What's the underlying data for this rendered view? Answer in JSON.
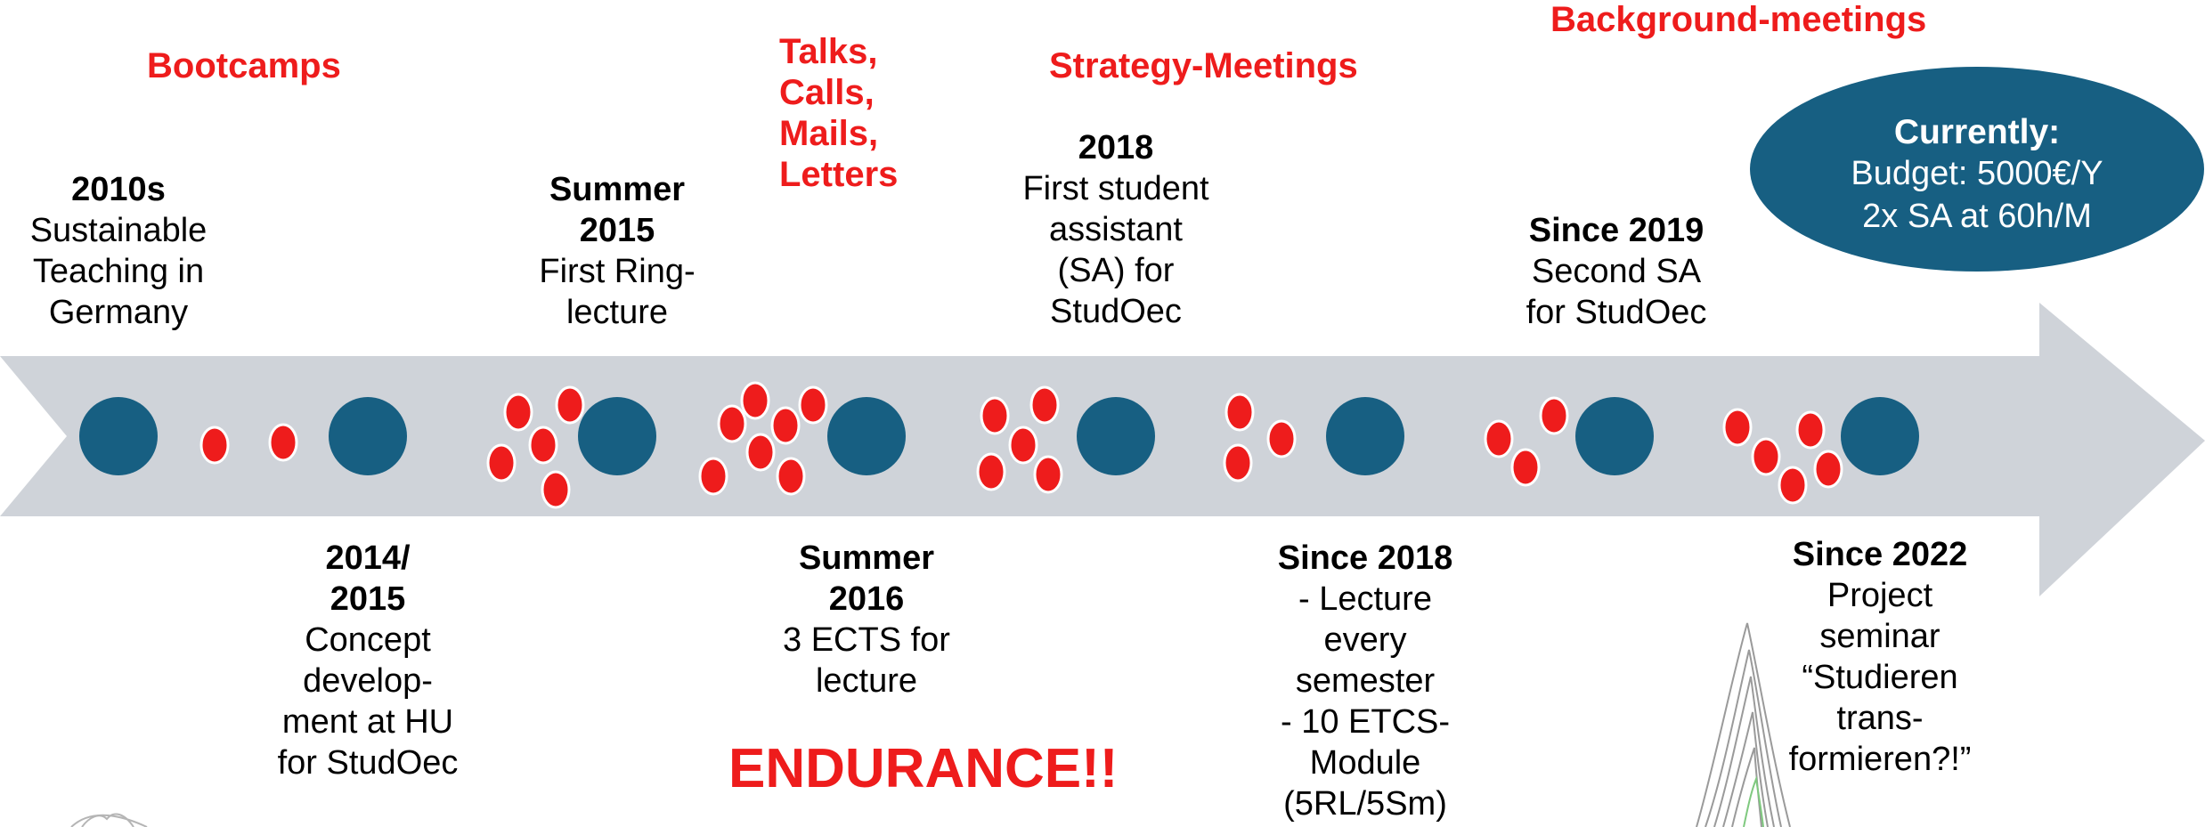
{
  "headers": {
    "bootcamps": "Bootcamps",
    "talks": [
      "Talks,",
      "Calls,",
      "Mails,",
      "Letters"
    ],
    "strategy": "Strategy-Meetings",
    "background": "Background-meetings",
    "endurance": "ENDURANCE!!"
  },
  "currently": {
    "title": "Currently:",
    "line1": "Budget: 5000€/Y",
    "line2": "2x SA at 60h/M"
  },
  "above": [
    {
      "title": "2010s",
      "lines": [
        "Sustainable",
        "Teaching in",
        "Germany"
      ]
    },
    {
      "title": "Summer",
      "title2": "2015",
      "lines": [
        "First Ring-",
        "lecture"
      ]
    },
    {
      "title": "2018",
      "lines": [
        "First student",
        "assistant",
        "(SA) for",
        "StudOec"
      ]
    },
    {
      "title": "Since 2019",
      "lines": [
        "Second SA",
        "for StudOec"
      ]
    }
  ],
  "below": [
    {
      "title": "2014/",
      "title2": "2015",
      "lines": [
        "Concept",
        "develop-",
        "ment at HU",
        "for StudOec"
      ]
    },
    {
      "title": "Summer",
      "title2": "2016",
      "lines": [
        "3 ECTS for",
        "lecture"
      ]
    },
    {
      "title": "Since 2018",
      "lines": [
        "- Lecture",
        "every",
        "semester",
        "- 10 ETCS-",
        "Module",
        "(5RL/5Sm)"
      ]
    },
    {
      "title": "Since 2022",
      "lines": [
        "Project",
        "seminar",
        "“Studieren",
        "trans-",
        "formieren?!”"
      ]
    }
  ],
  "colors": {
    "arrow": "#cfd3d9",
    "milestone": "#175f82",
    "event": "#ee1c1c",
    "accent": "#ee1c1c"
  }
}
